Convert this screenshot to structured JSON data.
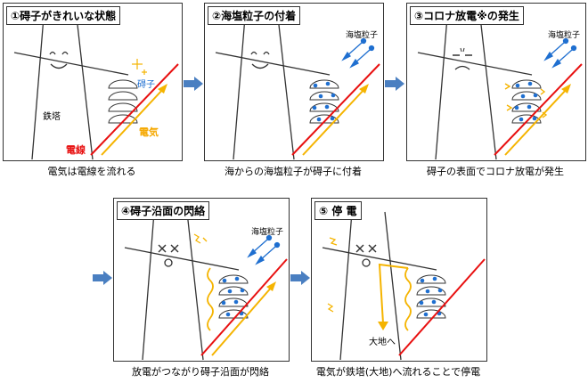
{
  "panels": [
    {
      "title": "①碍子がきれいな状態",
      "caption": "電気は電線を流れる",
      "labels": {
        "tower": "鉄塔",
        "insulator": "碍子",
        "electricity": "電気",
        "wire": "電線"
      }
    },
    {
      "title": "②海塩粒子の付着",
      "caption": "海からの海塩粒子が碍子に付着",
      "labels": {
        "salt": "海塩粒子"
      }
    },
    {
      "title": "③コロナ放電※の発生",
      "caption": "碍子の表面でコロナ放電が発生",
      "labels": {
        "salt": "海塩粒子"
      }
    },
    {
      "title": "④碍子沿面の閃絡",
      "caption": "放電がつながり碍子沿面が閃絡",
      "labels": {
        "salt": "海塩粒子"
      }
    },
    {
      "title": "⑤ 停 電",
      "caption": "電気が鉄塔(大地)へ流れることで停電",
      "labels": {
        "ground": "大地へ"
      }
    }
  ],
  "colors": {
    "wire": "#e81010",
    "current": "#f5b400",
    "salt": "#1f6fd0",
    "arrow": "#4a7fc1",
    "outline": "#333333"
  }
}
